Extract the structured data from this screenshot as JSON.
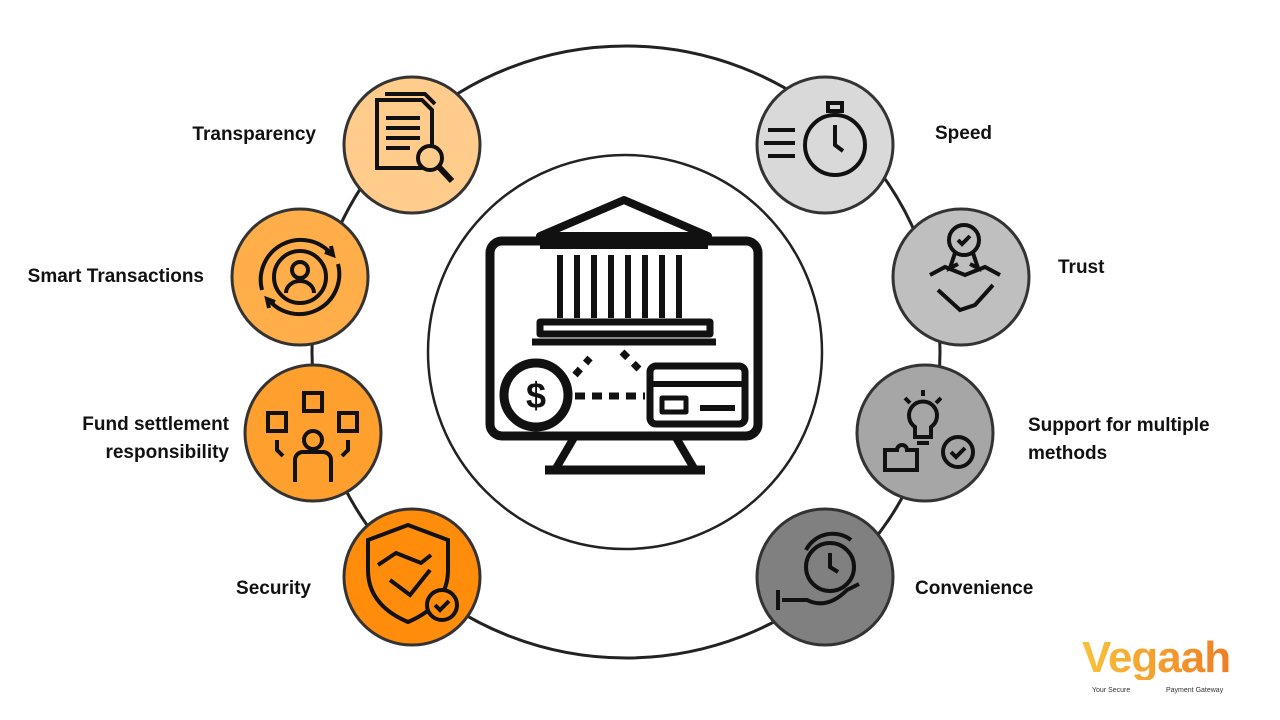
{
  "left_items": [
    {
      "label": "Transparency",
      "icon": "document-search-icon",
      "color": "#FFCC8C"
    },
    {
      "label": "Smart Transactions",
      "icon": "user-cycle-icon",
      "color": "#FFAE4A"
    },
    {
      "label": "Fund settlement responsibility",
      "label_line1": "Fund settlement",
      "label_line2": "responsibility",
      "icon": "person-boxes-icon",
      "color": "#FF9F2E"
    },
    {
      "label": "Security",
      "icon": "shield-handshake-icon",
      "color": "#FF8C0A"
    }
  ],
  "right_items": [
    {
      "label": "Speed",
      "icon": "stopwatch-icon",
      "color": "#D9D9D9"
    },
    {
      "label": "Trust",
      "icon": "handshake-badge-icon",
      "color": "#BFBFBF"
    },
    {
      "label": "Support for multiple methods",
      "label_line1": "Support for multiple",
      "label_line2": "methods",
      "icon": "bulb-puzzle-icon",
      "color": "#A6A6A6"
    },
    {
      "label": "Convenience",
      "icon": "hand-clock-icon",
      "color": "#808080"
    }
  ],
  "center": {
    "icon": "bank-monitor-payment-icon",
    "currency_symbol": "$"
  },
  "logo": {
    "name": "Vegaah",
    "tagline_left": "Your Secure",
    "tagline_right": "Payment Gateway"
  }
}
